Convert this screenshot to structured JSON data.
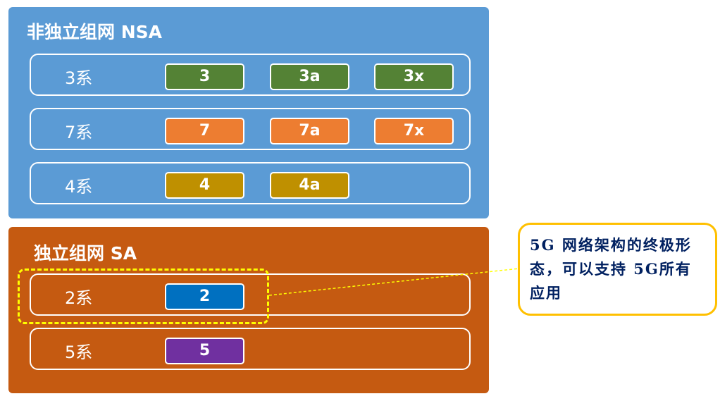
{
  "nsa": {
    "title": "非独立组网 NSA",
    "rows": [
      {
        "label": "3系",
        "tags": [
          "3",
          "3a",
          "3x"
        ]
      },
      {
        "label": "7系",
        "tags": [
          "7",
          "7a",
          "7x"
        ]
      },
      {
        "label": "4系",
        "tags": [
          "4",
          "4a"
        ]
      }
    ]
  },
  "sa": {
    "title": "独立组网 SA",
    "rows": [
      {
        "label": "2系",
        "tags": [
          "2"
        ]
      },
      {
        "label": "5系",
        "tags": [
          "5"
        ]
      }
    ]
  },
  "callout": {
    "text": "5G 网络架构的终极形态，可以支持 5G所有应用"
  },
  "colors": {
    "nsa_panel": "#5b9bd5",
    "sa_panel": "#c55a11",
    "series_3": "#548235",
    "series_7": "#ed7d31",
    "series_4": "#bf9000",
    "series_2": "#0070c0",
    "series_5": "#7030a0",
    "highlight": "#ffff00",
    "callout_border": "#ffc000",
    "callout_text": "#002060"
  }
}
